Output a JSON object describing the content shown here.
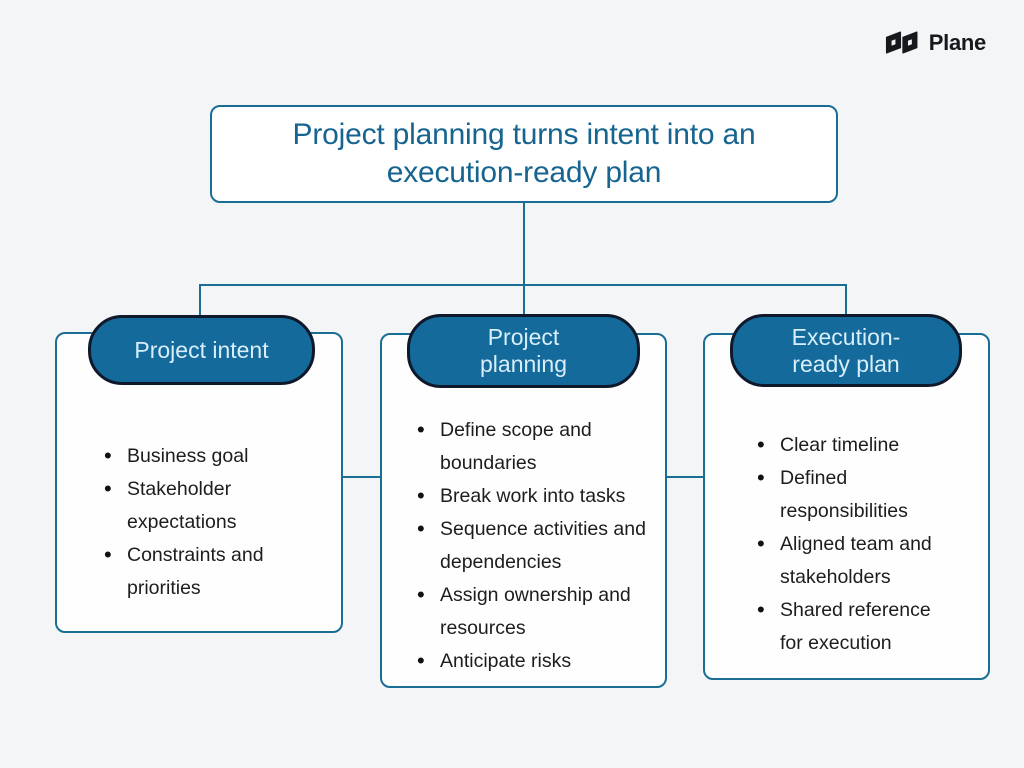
{
  "brand": {
    "name": "Plane"
  },
  "title": {
    "text": "Project planning turns intent into an execution-ready plan"
  },
  "colors": {
    "background": "#f4f5f6",
    "accent_teal": "#1a6e96",
    "title_text": "#16648f",
    "pill_fill": "#136a9b",
    "pill_border": "#10182b",
    "pill_text": "#d8eefa",
    "body_text": "#1d1d1f",
    "logo_black": "#16181d"
  },
  "cards": [
    {
      "header": "Project intent",
      "items": [
        "Business goal",
        "Stakeholder expectations",
        "Constraints and priorities"
      ]
    },
    {
      "header": "Project planning",
      "items": [
        "Define scope and boundaries",
        "Break work into tasks",
        "Sequence activities and dependencies",
        "Assign ownership and resources",
        "Anticipate risks"
      ]
    },
    {
      "header": "Execution-ready plan",
      "items": [
        "Clear timeline",
        "Defined responsibilities",
        "Aligned team and stakeholders",
        "Shared reference for execution"
      ]
    }
  ]
}
